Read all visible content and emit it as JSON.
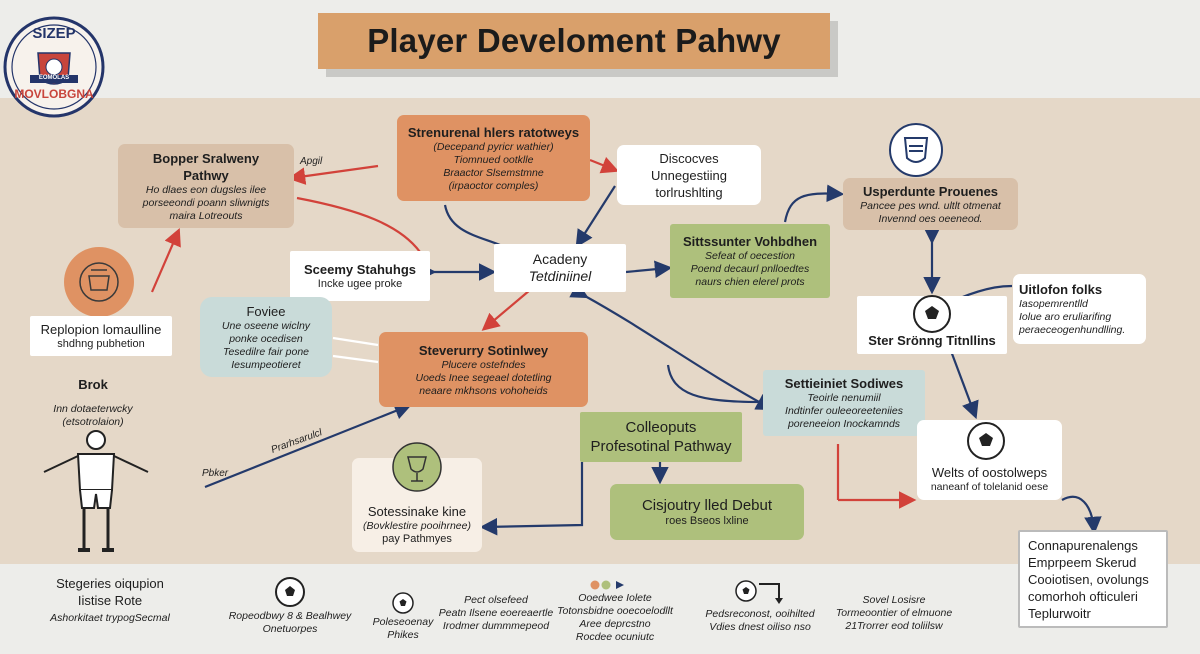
{
  "title": "Player Develoment Pahwy",
  "logo": {
    "top_text": "SIZEP",
    "band_text": "EOMOLAS",
    "bottom_text": "MOVLOBGNA"
  },
  "colors": {
    "orange": "#df9263",
    "tan": "#d8c0a9",
    "green": "#aec07c",
    "navy": "#243a6b",
    "red": "#d2423a",
    "panel": "#e5d8c8"
  },
  "nodes": {
    "top_center": {
      "title": "Strenurenal hlers ratotweys",
      "lines": [
        "(Decepand pyricr wathier)",
        "Tiomnued ootklle",
        "Braactor Slsemstmne",
        "(irpaoctor comples)"
      ]
    },
    "discoveries": {
      "lines": [
        "Discocves",
        "Unnegestiing",
        "torlrushlting"
      ]
    },
    "bopper": {
      "title": "Bopper Sralweny",
      "subtitle": "Pathwy",
      "lines": [
        "Ho dlaes eon dugsles ilee",
        "porseeondi poann sliwnigts",
        "maira Lotreouts"
      ]
    },
    "academy": {
      "lines": [
        "Acadeny",
        "Tetdiniinel"
      ]
    },
    "sceemy": {
      "title": "Sceemy Stahuhgs",
      "sub": "Incke ugee proke"
    },
    "sitssunter": {
      "title": "Sittssunter Vohbdhen",
      "lines": [
        "Sefeat of oecestion",
        "Poend decaurl pnlloedtes",
        "naurs chien elerel prots"
      ]
    },
    "usperdunte": {
      "title": "Usperdunte Prouenes",
      "lines": [
        "Pancee pes wnd. ultlt otmenat",
        "Invennd oes oeeneod."
      ]
    },
    "replopion": {
      "title": "Replopion lomaulline",
      "sub": "shdhng pubhetion"
    },
    "foviee": {
      "title": "Foviee",
      "lines": [
        "Une oseene wiclny",
        "ponke ocedisen",
        "Tesedilre fair pone",
        "Iesumpeotieret"
      ]
    },
    "steverurry": {
      "title": "Steverurry Sotinlwey",
      "lines": [
        "Plucere ostefndes",
        "Uoeds Inee segeael dotetling",
        "neaare mkhsons vohoheids"
      ]
    },
    "settiniet": {
      "title": "Settieiniet Sodiwes",
      "lines": [
        "Teoirle nenumiil",
        "Indtinfer ouleeoreeteniies",
        "poreneeion Inockamnds"
      ]
    },
    "uitlofon": {
      "title": "Uitlofon folks",
      "lines": [
        "Iasopemrentlld",
        "Iolue aro eruliarifing",
        "peraeceogenhundlling."
      ]
    },
    "ster_srong": {
      "title": "Ster Srönng Titnllins"
    },
    "collequts": {
      "lines": [
        "Colleoputs",
        "Profesotinal Pathway"
      ]
    },
    "cisjoutry": {
      "title": "Cisjoutry lled Debut",
      "sub": "roes Bseos lxline"
    },
    "sotessinake": {
      "title": "Sotessinake kine",
      "lines": [
        "(Bovklestire pooihrnee)",
        "pay Pathmyes"
      ]
    },
    "welts": {
      "title": "Welts of oostolweps",
      "sub": "naneanf of tolelanid oese"
    },
    "connapurenalengs": {
      "lines": [
        "Connapurenalengs",
        "Emprpeem Skerud",
        "Cooiotisen, ovolungs",
        "comorhoh ofticuleri",
        "Teplurwoitr"
      ]
    }
  },
  "labels": {
    "april": "Apgil",
    "broks": "Brok",
    "broks_sub": [
      "Inn dotaeterwcky",
      "(etsotrolaion)"
    ],
    "poker": "Pbker",
    "pathway_diag": "Prarhsarulcl"
  },
  "legend": [
    {
      "icon": "soccer-ball-icon",
      "lines": [
        "Stegeries oiqupion",
        "Iistise Rote",
        "Ashorkitaet trypogSecmal"
      ]
    },
    {
      "icon": "soccer-ball-icon",
      "lines": [
        "Ropeodbwy 8 & Bealhwey",
        "Onetuorpes"
      ]
    },
    {
      "icon": "soccer-ball-icon",
      "lines": [
        "Poleseoenay",
        "Phikes"
      ]
    },
    {
      "icon": "none",
      "lines": [
        "Pect olsefeed",
        "Peatn Ilsene eoereaertle",
        "Irodmer dummmepeod"
      ]
    },
    {
      "icon": "dots-arrow-icon",
      "lines": [
        "Ooedwee Iolete",
        "Totonsbidne ooecoelodllt",
        "Aree deprcstno",
        "Rocdee ocuniutc"
      ]
    },
    {
      "icon": "soccer-ball-icon",
      "lines": [
        "Pedsreconost, ooihilted",
        "Vdies dnest oiliso nso"
      ]
    },
    {
      "icon": "none",
      "lines": [
        "Sovel Losisre",
        "Tormeoontier of elmuone",
        "21Trorrer eod toliilsw"
      ]
    }
  ]
}
